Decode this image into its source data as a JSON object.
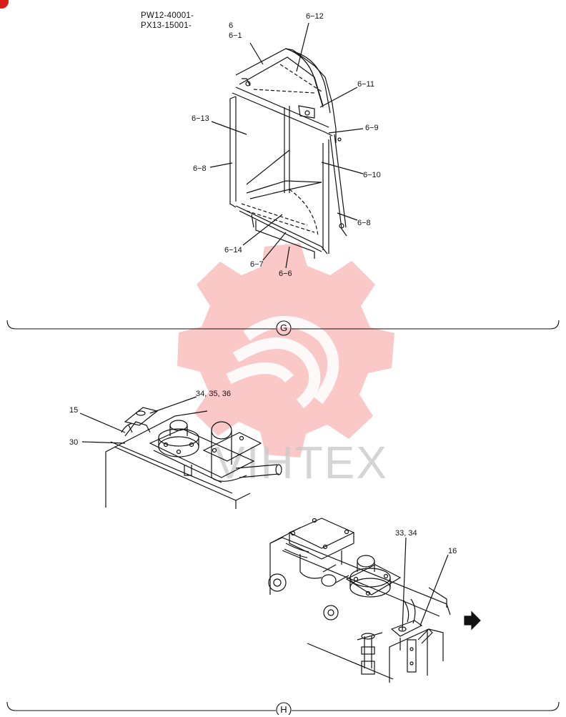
{
  "serials": [
    "PW12-40001-",
    "PX13-15001-"
  ],
  "section_G": {
    "marker": "G",
    "callouts": {
      "c6": "6",
      "c6_1": "6−1",
      "c6_12": "6−12",
      "c6_11": "6−11",
      "c6_9": "6−9",
      "c6_13": "6−13",
      "c6_8_left": "6−8",
      "c6_10": "6−10",
      "c6_8_right": "6−8",
      "c6_14": "6−14",
      "c6_7": "6−7",
      "c6_6": "6−6"
    }
  },
  "section_H": {
    "marker": "H",
    "callouts": {
      "c15": "15",
      "c34_35_36": "34, 35, 36",
      "c30": "30",
      "c33_34": "33, 34",
      "c16": "16"
    }
  },
  "watermark": {
    "text": "VIHTEX",
    "color": "#f23b3b"
  }
}
